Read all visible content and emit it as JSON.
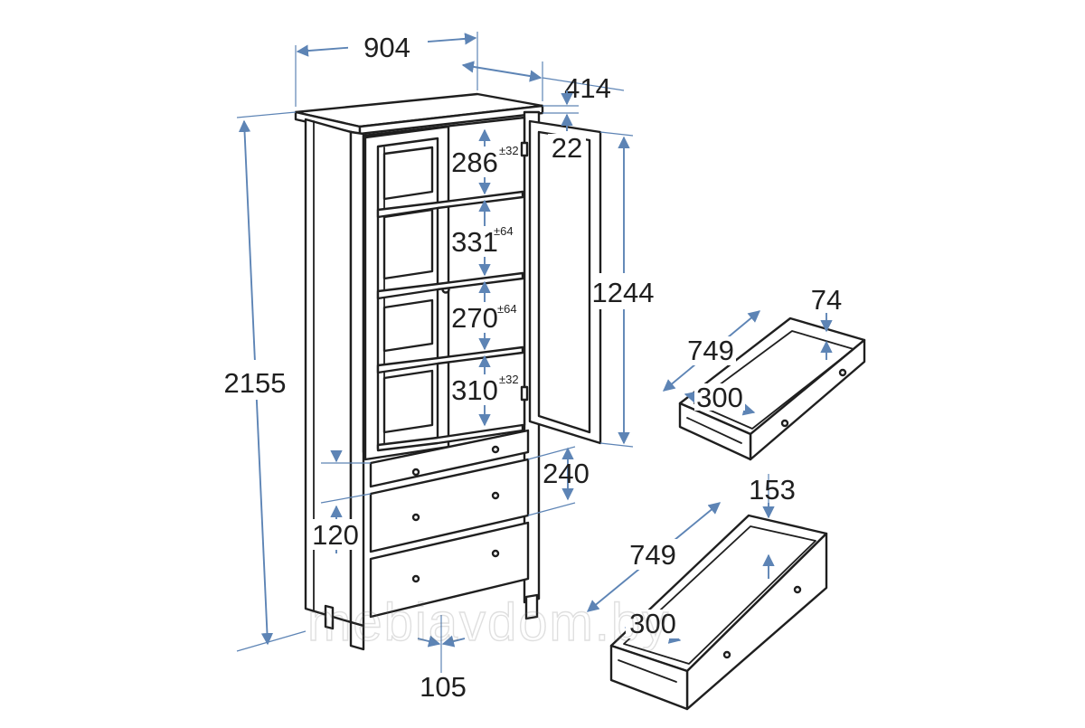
{
  "diagram": {
    "overall": {
      "width": "904",
      "depth": "414",
      "top_thickness": "22",
      "height": "2155",
      "door_height": "1244",
      "drawer_front_height": "240",
      "bottom_gap": "120",
      "leg_width": "105"
    },
    "shelf_spacings": [
      {
        "value": "286",
        "tolerance": "±32"
      },
      {
        "value": "331",
        "tolerance": "±64"
      },
      {
        "value": "270",
        "tolerance": "±64"
      },
      {
        "value": "310",
        "tolerance": "±32"
      }
    ],
    "small_drawer": {
      "length": "749",
      "width": "300",
      "height": "74"
    },
    "large_drawer": {
      "length": "749",
      "width": "300",
      "height": "153"
    },
    "watermark": "mebiavdom.by",
    "colors": {
      "dimension": "#5d84b5",
      "outline": "#1f1f1f"
    }
  }
}
